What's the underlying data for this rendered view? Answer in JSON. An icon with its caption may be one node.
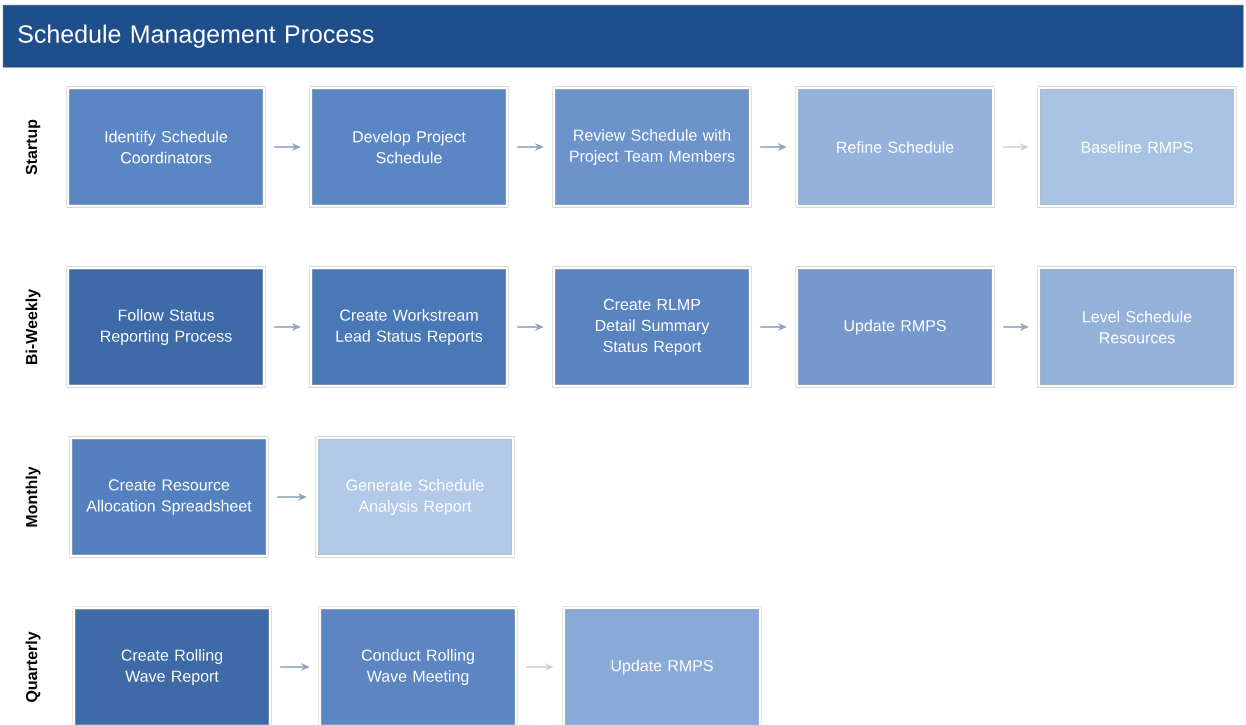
{
  "diagram": {
    "title": "Schedule Management Process",
    "nodes": [
      {
        "text": [
          "Identify Schedule Coordinators"
        ]
      },
      {
        "text": [
          "Develop Project Schedule"
        ]
      },
      {
        "text": [
          "Review Schedule with Project Team Members"
        ]
      },
      {
        "text": [
          "Refine Schedule"
        ]
      },
      {
        "text": [
          "Baseline RMPS"
        ]
      },
      {
        "text": [
          "Follow Status Reporting Process"
        ]
      },
      {
        "text": [
          "Create Workstream Lead Status Reports"
        ]
      },
      {
        "text": [
          "Create RLMP Detail Summary Status Report"
        ]
      },
      {
        "text": [
          "Update RMPS"
        ]
      },
      {
        "text": [
          "Level Schedule Resources"
        ]
      },
      {
        "text": [
          "Create Resource Allocation Spreadsheet"
        ]
      },
      {
        "text": [
          "Generate Schedule Analysis Report"
        ]
      },
      {
        "text": [
          "Create Rolling Wave Report"
        ]
      },
      {
        "text": [
          "Conduct Rolling Wave Meeting"
        ]
      },
      {
        "text": [
          "Update RMPS"
        ]
      }
    ],
    "edges": [
      {
        "from": 0,
        "to": 1,
        "arrow": "to"
      },
      {
        "from": 1,
        "to": 2,
        "arrow": "to"
      },
      {
        "from": 2,
        "to": 3,
        "arrow": "to"
      },
      {
        "from": 3,
        "to": 4,
        "arrow": "to",
        "color": "#c9d3e0"
      },
      {
        "from": 5,
        "to": 6,
        "arrow": "to"
      },
      {
        "from": 6,
        "to": 7,
        "arrow": "to"
      },
      {
        "from": 7,
        "to": 8,
        "arrow": "to"
      },
      {
        "from": 8,
        "to": 9,
        "arrow": "to"
      },
      {
        "from": 10,
        "to": 11,
        "arrow": "to"
      },
      {
        "from": 12,
        "to": 13,
        "arrow": "to"
      },
      {
        "from": 13,
        "to": 14,
        "arrow": "to",
        "color": "#c9d3e0"
      }
    ],
    "labels": [
      "Startup",
      "Bi-Weekly",
      "Monthly",
      "Quarterly"
    ]
  }
}
